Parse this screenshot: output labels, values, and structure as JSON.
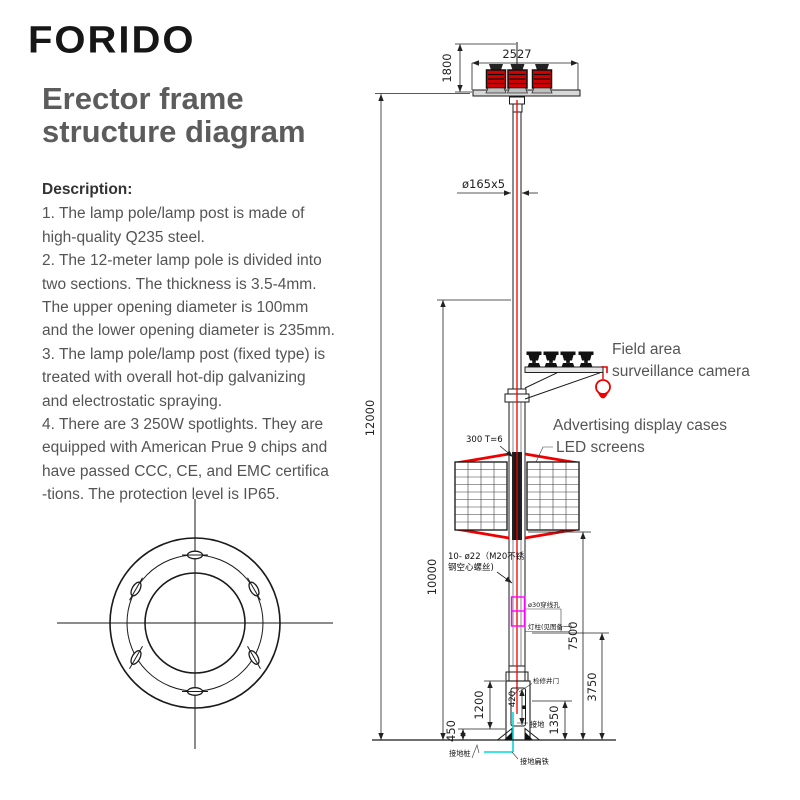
{
  "brand": {
    "logo": "FORIDO"
  },
  "title": {
    "line1": "Erector frame",
    "line2": "structure diagram"
  },
  "description": {
    "heading": "Description:",
    "lines": [
      "1. The lamp pole/lamp post is made of",
      "high-quality Q235 steel.",
      "2. The 12-meter lamp pole is divided into",
      "two sections. The thickness is 3.5-4mm.",
      "The upper opening diameter is 100mm",
      "and the lower opening diameter is 235mm.",
      "3. The lamp pole/lamp post (fixed type) is",
      "treated with overall hot-dip galvanizing",
      "and electrostatic spraying.",
      "4. There are 3 250W spotlights. They are",
      "equipped with American Prue 9 chips and",
      "have passed CCC, CE, and EMC certifica",
      "-tions. The protection level is IP65."
    ]
  },
  "diagram": {
    "dimensions": {
      "top_width": "2527",
      "top_height": "1800",
      "pole_spec": "ø165x5",
      "total_height": "12000",
      "upper_height": "10000",
      "h7500": "7500",
      "h3750": "3750",
      "h1350": "1350",
      "h1200": "1200",
      "h450": "450",
      "h420": "420",
      "led_note": "300 T=6"
    },
    "labels": {
      "camera_line1": "Field area",
      "camera_line2": "surveillance camera",
      "ad_line1": "Advertising display cases",
      "ad_line2": "LED screens",
      "anchor_note_line1": "10- ø22（M20不锈",
      "anchor_note_line2": "钢空心螺丝)",
      "wire_hole_note": "ø30穿线孔",
      "pole_note": "灯柱(见图备一)",
      "door_note": "检修井门",
      "ground_note": "接地",
      "ground_pile": "接地桩",
      "ground_strip": "接地扁铁"
    },
    "colors": {
      "line": "#1a1a1a",
      "accent_red": "#ee0000",
      "magenta": "#ff00ff",
      "cyan": "#00d8d8",
      "text_gray": "#5c5c5c"
    }
  }
}
